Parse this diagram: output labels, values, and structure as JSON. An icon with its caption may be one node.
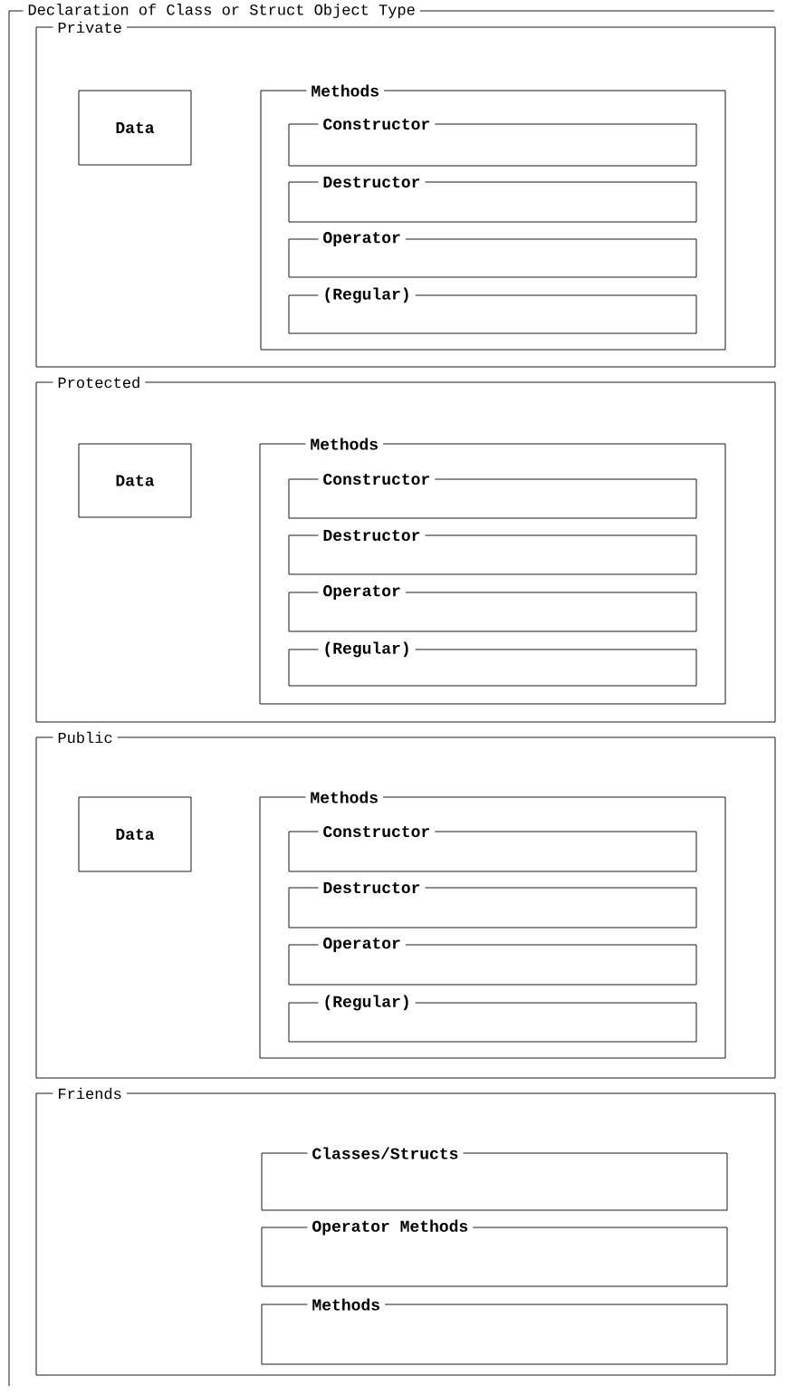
{
  "diagram": {
    "nodes": [
      {
        "text": [
          "Declaration of Class or Struct Object Type"
        ]
      },
      {
        "text": [
          "Private"
        ],
        "in": 0
      },
      {
        "text": [
          "Data"
        ],
        "in": 1
      },
      {
        "text": [
          "Methods"
        ],
        "in": 1
      },
      {
        "text": [
          "Constructor"
        ],
        "in": 3
      },
      {
        "text": [
          "Destructor"
        ],
        "in": 3
      },
      {
        "text": [
          "Operator"
        ],
        "in": 3
      },
      {
        "text": [
          "(Regular)"
        ],
        "in": 3
      },
      {
        "text": [
          "Protected"
        ],
        "in": 0
      },
      {
        "text": [
          "Data"
        ],
        "in": 8
      },
      {
        "text": [
          "Methods"
        ],
        "in": 8
      },
      {
        "text": [
          "Constructor"
        ],
        "in": 10
      },
      {
        "text": [
          "Destructor"
        ],
        "in": 10
      },
      {
        "text": [
          "Operator"
        ],
        "in": 10
      },
      {
        "text": [
          "(Regular)"
        ],
        "in": 10
      },
      {
        "text": [
          "Public"
        ],
        "in": 0
      },
      {
        "text": [
          "Data"
        ],
        "in": 15
      },
      {
        "text": [
          "Methods"
        ],
        "in": 15
      },
      {
        "text": [
          "Constructor"
        ],
        "in": 17
      },
      {
        "text": [
          "Destructor"
        ],
        "in": 17
      },
      {
        "text": [
          "Operator"
        ],
        "in": 17
      },
      {
        "text": [
          "(Regular)"
        ],
        "in": 17
      },
      {
        "text": [
          "Friends"
        ],
        "in": 0
      },
      {
        "text": [
          "Classes/Structs"
        ],
        "in": 22
      },
      {
        "text": [
          "Operator Methods"
        ],
        "in": 22
      },
      {
        "text": [
          "Methods"
        ],
        "in": 22
      }
    ]
  }
}
